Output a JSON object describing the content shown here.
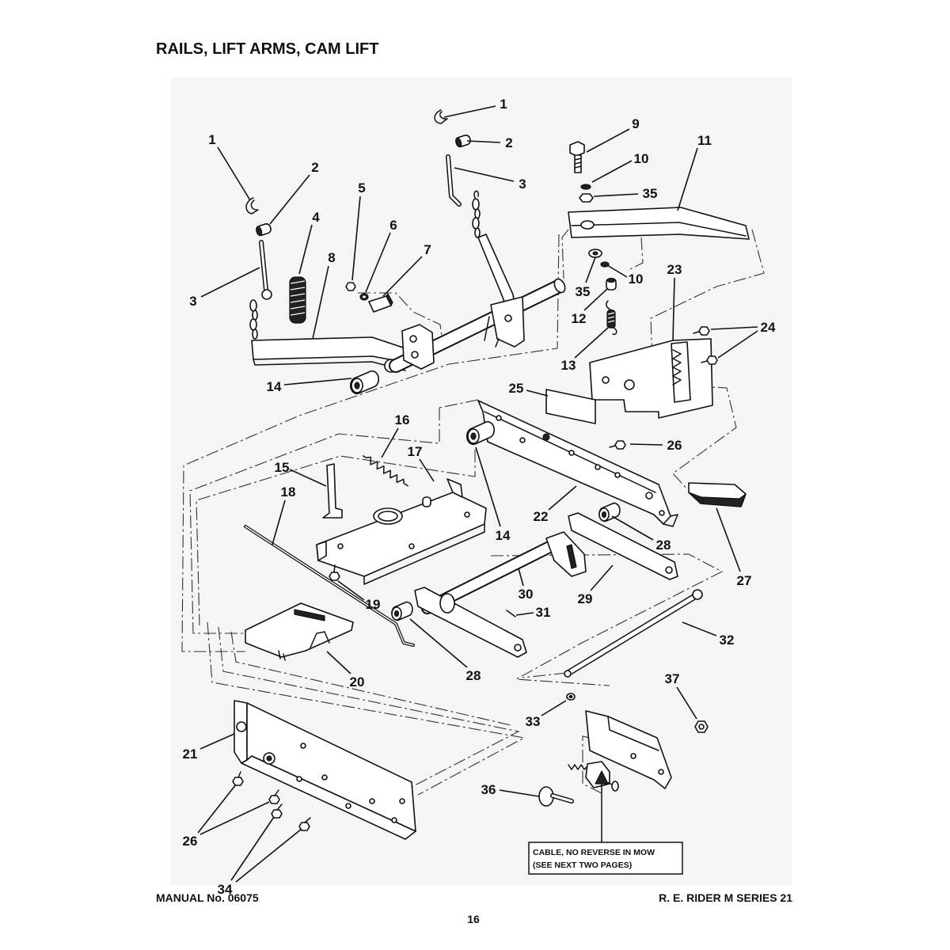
{
  "title": "RAILS, LIFT ARMS, CAM LIFT",
  "callouts": [
    "1",
    "2",
    "3",
    "9",
    "11",
    "10",
    "35",
    "1",
    "2",
    "4",
    "5",
    "6",
    "7",
    "8",
    "3",
    "23",
    "35",
    "10",
    "12",
    "24",
    "13",
    "14",
    "25",
    "16",
    "26",
    "17",
    "15",
    "18",
    "14",
    "22",
    "28",
    "27",
    "29",
    "30",
    "19",
    "31",
    "32",
    "28",
    "20",
    "37",
    "33",
    "21",
    "36",
    "26",
    "34"
  ],
  "note": {
    "line1": "CABLE, NO REVERSE IN MOW",
    "line2": "(SEE NEXT TWO PAGES)"
  },
  "footer": {
    "manual": "MANUAL No. 06075",
    "series": "R. E. RIDER M SERIES 21",
    "page": "16"
  }
}
